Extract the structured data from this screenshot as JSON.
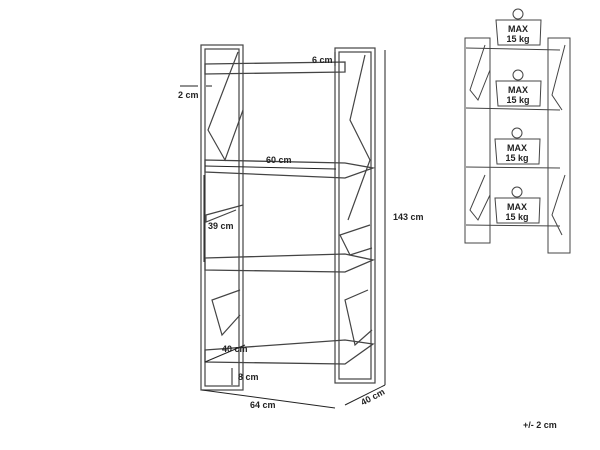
{
  "dimensions": {
    "shelf_gap_top": "6 cm",
    "frame_width": "2 cm",
    "shelf_width": "60 cm",
    "shelf_spacing": "39 cm",
    "total_height": "143 cm",
    "shelf_depth": "40 cm",
    "foot_clearance": "8 cm",
    "total_width": "64 cm",
    "total_depth": "40 cm",
    "tolerance": "+/- 2 cm"
  },
  "load": {
    "weights": [
      {
        "line1": "MAX",
        "line2": "15 kg"
      },
      {
        "line1": "MAX",
        "line2": "15 kg"
      },
      {
        "line1": "MAX",
        "line2": "15 kg"
      },
      {
        "line1": "MAX",
        "line2": "15 kg"
      }
    ]
  }
}
